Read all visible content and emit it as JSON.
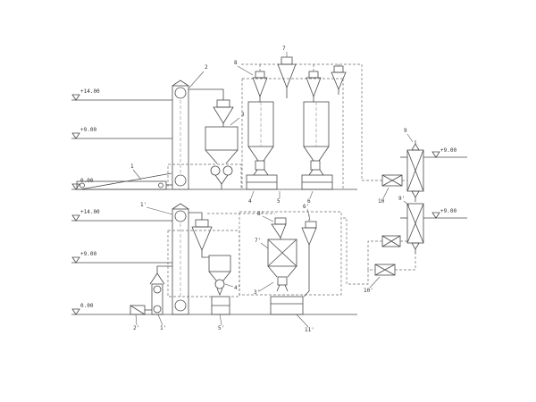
{
  "drawing": {
    "background": "#ffffff",
    "line_color": "#4a4a4a",
    "elevations": {
      "top_14": "+14.00",
      "top_9": "+9.00",
      "top_0": "0.00",
      "bot_14": "+14.00",
      "bot_9": "+9.00",
      "bot_0": "0.00",
      "right_upper": "+9.00",
      "right_lower": "+9.00"
    },
    "labels": {
      "e1": "1",
      "e2": "2",
      "e3": "3",
      "e4": "4",
      "e5": "5",
      "e6": "6",
      "e7": "7",
      "e8": "8",
      "e9": "9",
      "e9p": "9'",
      "e10": "10",
      "e10p": "10'",
      "e1p": "1'",
      "e1p2": "1'",
      "e2p": "2'",
      "e3p": "3'",
      "e4p": "4'",
      "e5p": "5'",
      "e6p": "6'",
      "e7p": "7'",
      "e8p": "8'",
      "e11p": "11'"
    }
  }
}
